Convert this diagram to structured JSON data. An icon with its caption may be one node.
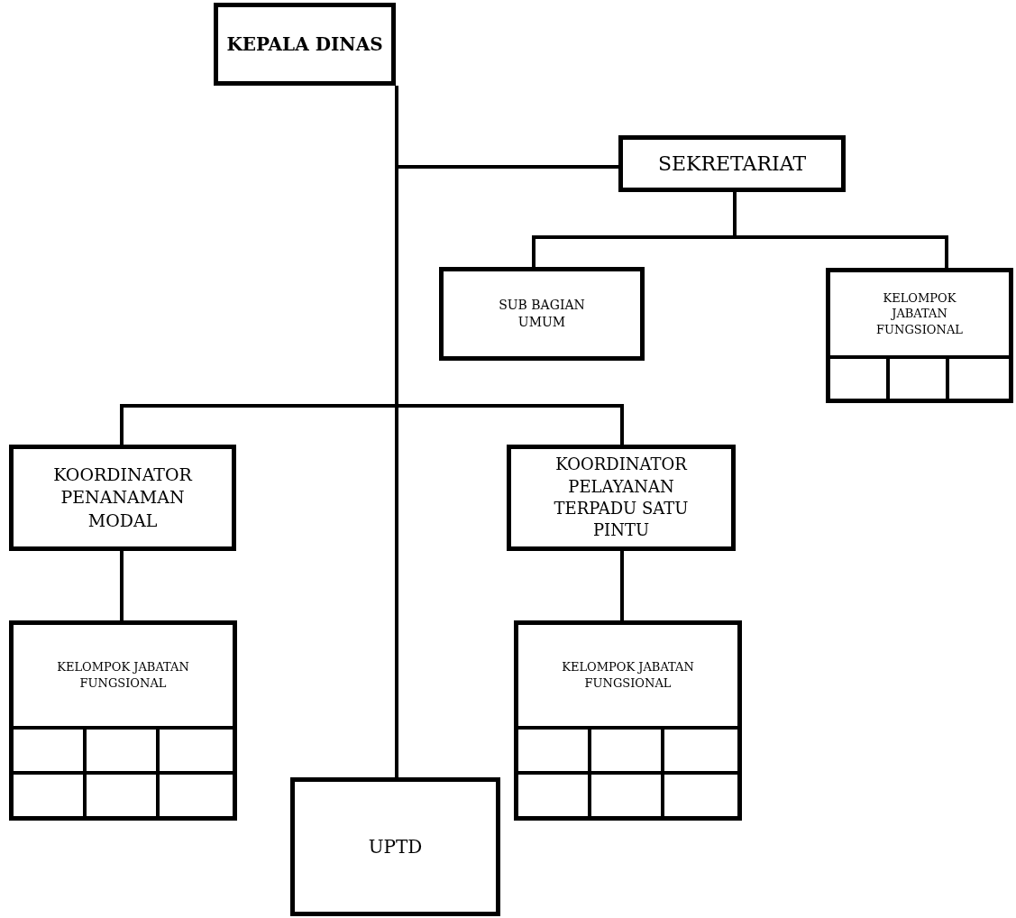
{
  "diagram": {
    "nodes": [
      {
        "text": [
          "KEPALA DINAS"
        ]
      },
      {
        "text": [
          "SEKRETARIAT"
        ]
      },
      {
        "text": [
          "SUB BAGIAN UMUM"
        ]
      },
      {
        "text": [
          "KELOMPOK JABATAN FUNGSIONAL"
        ]
      },
      {
        "text": [
          "KOORDINATOR PENANAMAN MODAL"
        ]
      },
      {
        "text": [
          "KOORDINATOR PELAYANAN TERPADU SATU PINTU"
        ]
      },
      {
        "text": [
          "KELOMPOK JABATAN FUNGSIONAL"
        ]
      },
      {
        "text": [
          "UPTD"
        ]
      },
      {
        "text": [
          "KELOMPOK JABATAN FUNGSIONAL"
        ]
      }
    ],
    "edges": [
      {
        "from": 0,
        "to": 1,
        "arrow": "none"
      },
      {
        "from": 0,
        "to": 4,
        "arrow": "none"
      },
      {
        "from": 0,
        "to": 5,
        "arrow": "none"
      },
      {
        "from": 0,
        "to": 7,
        "arrow": "none"
      },
      {
        "from": 1,
        "to": 2,
        "arrow": "none"
      },
      {
        "from": 1,
        "to": 3,
        "arrow": "none"
      },
      {
        "from": 4,
        "to": 6,
        "arrow": "none"
      },
      {
        "from": 5,
        "to": 8,
        "arrow": "none"
      }
    ]
  }
}
